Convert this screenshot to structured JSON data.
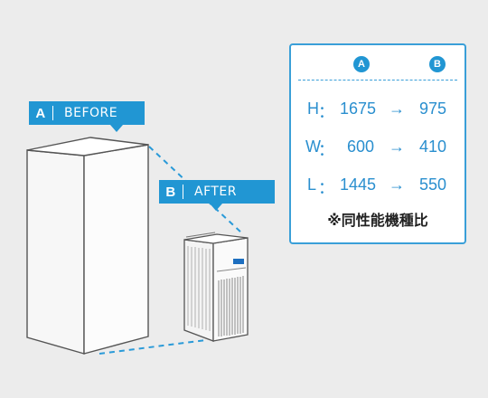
{
  "before_tag": {
    "letter": "A",
    "label": "BEFORE"
  },
  "after_tag": {
    "letter": "B",
    "label": "AFTER"
  },
  "panel": {
    "col_a": "A",
    "col_b": "B",
    "rows": [
      {
        "dim": "H",
        "sep": "：",
        "before": "1675",
        "arrow": "→",
        "after": "975"
      },
      {
        "dim": "W",
        "sep": "：",
        "before": "600",
        "arrow": "→",
        "after": "410"
      },
      {
        "dim": "L",
        "sep": "：",
        "before": "1445",
        "arrow": "→",
        "after": "550"
      }
    ],
    "note": "※同性能機種比"
  },
  "colors": {
    "accent": "#2196d3",
    "panel_text": "#2a8fcf",
    "background": "#ececec"
  }
}
